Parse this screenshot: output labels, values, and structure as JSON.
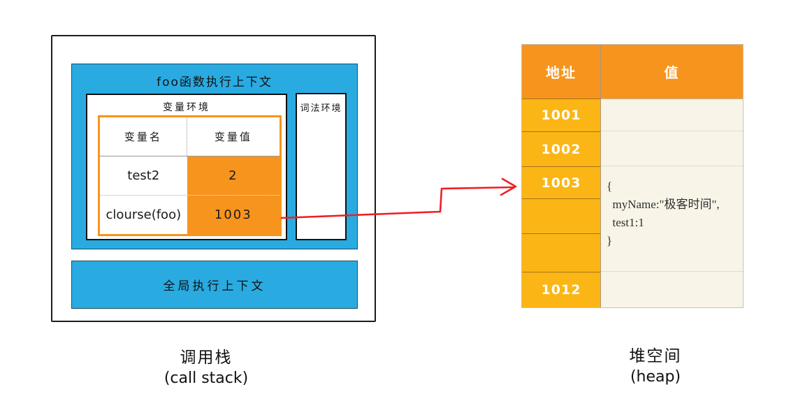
{
  "call_stack": {
    "foo_context": {
      "title": "foo函数执行上下文",
      "variable_env": {
        "title": "变量环境",
        "table": {
          "headers": [
            "变量名",
            "变量值"
          ],
          "rows": [
            {
              "name": "test2",
              "value": "2"
            },
            {
              "name": "clourse(foo)",
              "value": "1003"
            }
          ]
        }
      },
      "lexical_env": {
        "title": "词法环境"
      }
    },
    "global_context": {
      "title": "全局执行上下文"
    },
    "caption_zh": "调用栈",
    "caption_en": "(call stack)"
  },
  "heap": {
    "table": {
      "headers": [
        "地址",
        "值"
      ],
      "rows": [
        {
          "address": "1001",
          "value": ""
        },
        {
          "address": "1002",
          "value": ""
        },
        {
          "address": "1003",
          "value": "{\n  myName:\"极客时间\",\n  test1:1\n}"
        },
        {
          "address": "",
          "value": ""
        },
        {
          "address": "",
          "value": ""
        },
        {
          "address": "1012",
          "value": ""
        }
      ]
    },
    "caption_zh": "堆空间",
    "caption_en": "(heap)"
  },
  "colors": {
    "context_blue": "#29ABE2",
    "value_orange": "#F7941E",
    "address_amber": "#FBB616",
    "heap_value_cream": "#F8F4E7",
    "arrow_red": "#ED2024"
  }
}
